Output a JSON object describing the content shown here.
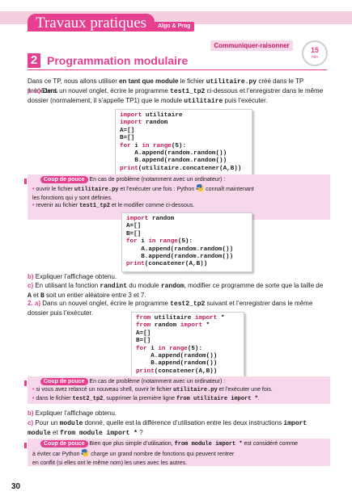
{
  "header": {
    "title": "Travaux pratiques",
    "badge": "Algo & Prog"
  },
  "skill_tag": "Communiquer-raisonner",
  "timer": {
    "value": "15",
    "unit": "min"
  },
  "exercise": {
    "number": "2",
    "title": "Programmation modulaire"
  },
  "intro": {
    "t1": "Dans ce TP, nous allons utiliser ",
    "t2": "en tant que module",
    "t3": " le fichier ",
    "t4": "utilitaire.py",
    "t5": " créé dans le TP précédent."
  },
  "q1a": {
    "num": "1. a)",
    "t1": " Dans un nouvel onglet, écrire le programme ",
    "t2": "test1_tp2",
    "t3": " ci-dessous et l’enregistrer dans le même dossier (normalement, il s’appelle TP1) que le module ",
    "t4": "utilitaire",
    "t5": " puis l’exécuter."
  },
  "code1": [
    [
      "import",
      " utilitaire"
    ],
    [
      "import",
      " random"
    ],
    [
      "",
      "A=[]"
    ],
    [
      "",
      "B=[]"
    ],
    [
      "for",
      " i ",
      "in",
      " range",
      "(5):"
    ],
    [
      "",
      "    A.append(random.random())"
    ],
    [
      "",
      "    B.append(random.random())"
    ],
    [
      "print",
      "(utilitaire.concatener(A,B))"
    ]
  ],
  "hint1": {
    "label": "Coup de pouce",
    "intro": " En cas de problème (notamment avec un ordinateur) :",
    "b1a": "ouvrir le fichier ",
    "b1b": "utilitaire.py",
    "b1c": " et l’exécuter une fois : Python",
    "b1d": " connaît maintenant",
    "b1e": "les fonctions qui y sont définies.",
    "b2a": "revenir au fichier ",
    "b2b": "test1_tp2",
    "b2c": " et le modifier comme ci-dessous."
  },
  "code2": [
    [
      "import",
      " random"
    ],
    [
      "",
      "A=[]"
    ],
    [
      "",
      "B=[]"
    ],
    [
      "for",
      " i ",
      "in",
      " range",
      "(5):"
    ],
    [
      "",
      "    A.append(random.random())"
    ],
    [
      "",
      "    B.append(random.random())"
    ],
    [
      "print",
      "(concatener(A,B))"
    ]
  ],
  "q1b": {
    "num": "b)",
    "t": " Expliquer l’affichage obtenu."
  },
  "q1c": {
    "num": "c)",
    "t1": " En utilisant la fonction ",
    "t2": "randint",
    "t3": " du module ",
    "t4": "random",
    "t5": ", modifier ce programme de sorte que la taille de ",
    "t6": "A",
    "t7": " et ",
    "t8": "B",
    "t9": " soit un entier aléatoire entre 3 et 7."
  },
  "q2a": {
    "num": "2. a)",
    "t1": " Dans un nouvel onglet, écrire le programme ",
    "t2": "test2_tp2",
    "t3": " suivant et l’enregistrer dans le même dossier puis l’exécuter."
  },
  "code3": [
    [
      "from",
      " utilitaire ",
      "import",
      " *"
    ],
    [
      "from",
      " random ",
      "import",
      " *"
    ],
    [
      "",
      "A=[]"
    ],
    [
      "",
      "B=[]"
    ],
    [
      "for",
      " i ",
      "in",
      " range",
      "(5):"
    ],
    [
      "",
      "    A.append(random())"
    ],
    [
      "",
      "    B.append(random())"
    ],
    [
      "print",
      "(concatener(A,B))"
    ]
  ],
  "hint2": {
    "label": "Coup de pouce",
    "intro": " En cas de problème (notamment avec un ordinateur) :",
    "b1a": "si vous avez relancé un nouveau shell, ouvrir le fichier ",
    "b1b": "utilitaire.py",
    "b1c": " et l’exécuter une fois.",
    "b2a": "dans le fichier ",
    "b2b": "test2_tp2",
    "b2c": ", supprimer la première ligne ",
    "b2d": "from utilitaire import *",
    "b2e": "."
  },
  "q2b": {
    "num": "b)",
    "t": " Expliquer l’affichage obtenu."
  },
  "q2c": {
    "num": "c)",
    "t1": " Pour un ",
    "t2": "module",
    "t3": " donné, quelle est la différence d’utilisation entre les deux instructions ",
    "t4": "import module",
    "t5": " et ",
    "t6": "from module import *",
    "t7": " ?"
  },
  "hint3": {
    "label": "Coup de pouce",
    "t1": " Bien que plus simple d’utilisation, ",
    "t2": "from module import *",
    "t3": " est considéré comme",
    "t4": "à éviter car Python",
    "t5": " charge un grand nombre de fonctions qui peuvent rentrer",
    "t6": "en conflit (si elles ont le même nom) les unes avec les autres."
  },
  "page_number": "30",
  "colors": {
    "accent": "#e63f8f",
    "hint_bg": "#f7d7ea"
  }
}
